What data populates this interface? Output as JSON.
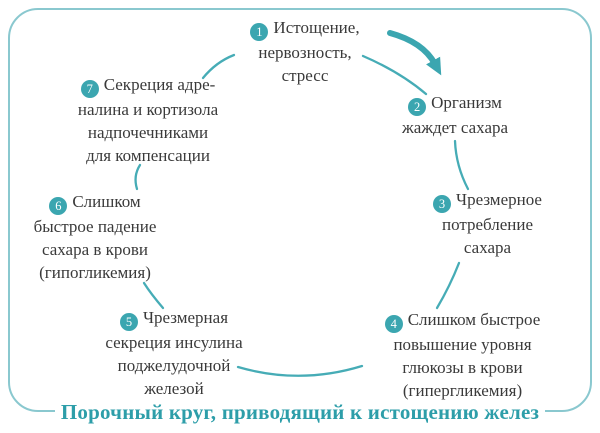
{
  "diagram": {
    "caption": "Порочный круг, приводящий к истощению желез",
    "steps": [
      {
        "number": "1",
        "lines": [
          "Истощение,",
          "нервозность,",
          "стресс"
        ]
      },
      {
        "number": "2",
        "lines": [
          "Организм",
          "жаждет сахара"
        ]
      },
      {
        "number": "3",
        "lines": [
          "Чрезмерное",
          "потребление",
          "сахара"
        ]
      },
      {
        "number": "4",
        "lines": [
          "Слишком быстрое",
          "повышение уровня",
          "глюкозы в крови",
          "(гипергликемия)"
        ]
      },
      {
        "number": "5",
        "lines": [
          "Чрезмерная",
          "секреция инсулина",
          "поджелудочной",
          "железой"
        ]
      },
      {
        "number": "6",
        "lines": [
          "Слишком",
          "быстрое падение",
          "сахара в крови",
          "(гипогликемия)"
        ]
      },
      {
        "number": "7",
        "lines": [
          "Секреция адре-",
          "налина и кортизола",
          "надпочечниками",
          "для компенсации"
        ]
      }
    ],
    "colors": {
      "badge": "#3BA6B0",
      "connector": "#46ACB6",
      "border": "#8AC8CF",
      "caption": "#2D9EA9",
      "text": "#3A3A3A"
    }
  }
}
